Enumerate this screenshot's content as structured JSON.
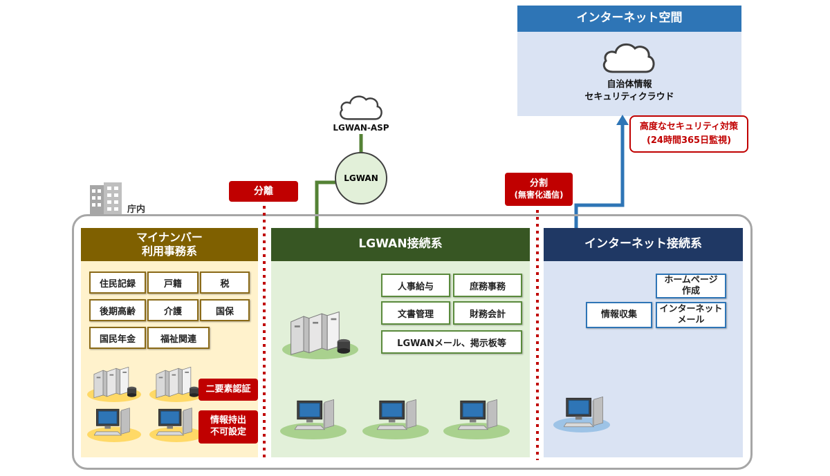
{
  "internet_space": {
    "title": "インターネット空間",
    "cloud_line1": "自治体情報",
    "cloud_line2": "セキュリティクラウド"
  },
  "security_note": {
    "line1": "高度なセキュリティ対策",
    "line2": "(24時間365日監視)"
  },
  "lgwan_asp": "LGWAN-ASP",
  "lgwan_node": "LGWAN",
  "office_label": "庁内",
  "divider1": {
    "label": "分離"
  },
  "divider2": {
    "line1": "分割",
    "line2": "(無害化通信)"
  },
  "zone_mynumber": {
    "title_line1": "マイナンバー",
    "title_line2": "利用事務系",
    "items": [
      "住民記録",
      "戸籍",
      "税",
      "後期高齢",
      "介護",
      "国保",
      "国民年金",
      "福祉関連"
    ],
    "tag_auth": "二要素認証",
    "tag_noexport_line1": "情報持出",
    "tag_noexport_line2": "不可設定"
  },
  "zone_lgwan": {
    "title": "LGWAN接続系",
    "items": [
      "人事給与",
      "庶務事務",
      "文書管理",
      "財務会計",
      "LGWANメール、掲示板等"
    ]
  },
  "zone_internet": {
    "title": "インターネット接続系",
    "items": [
      "ホームページ作成",
      "情報収集",
      "インターネットメール"
    ],
    "homepage_line1": "ホームページ",
    "homepage_line2": "作成",
    "mail_line1": "インターネット",
    "mail_line2": "メール"
  },
  "colors": {
    "mynumber": "#7f6000",
    "lgwan": "#375623",
    "internet": "#1f3864",
    "red": "#c00000",
    "blue_arrow": "#2e75b6",
    "green_line": "#548235"
  }
}
